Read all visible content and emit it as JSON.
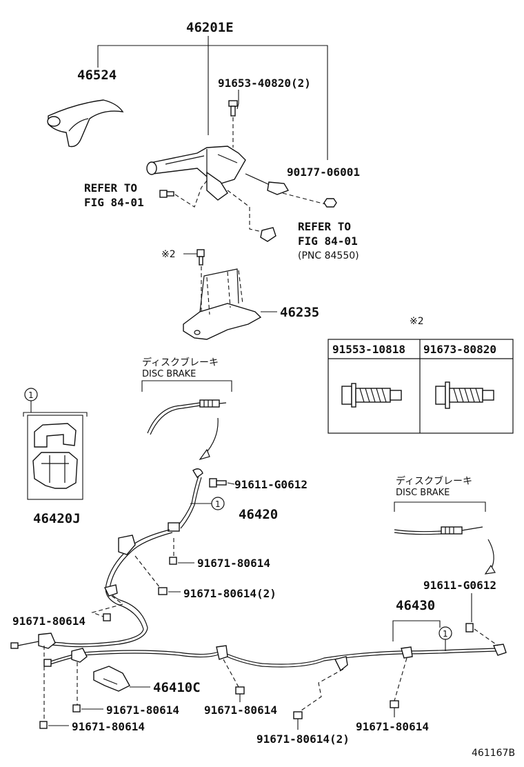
{
  "parts": {
    "p46201E": "46201E",
    "p46524": "46524",
    "p91653": "91653-40820(2)",
    "p90177": "90177-06001",
    "refer1_a": "REFER TO",
    "refer1_b": "FIG 84-01",
    "refer2_a": "REFER TO",
    "refer2_b": "FIG 84-01",
    "refer2_c": "(PNC 84550)",
    "note2": "※2",
    "p46235": "46235",
    "note2_table": "※2",
    "table_h1": "91553-10818",
    "table_h2": "91673-80820",
    "disc_jp_1": "ディスクブレーキ",
    "disc_en_1": "DISC BRAKE",
    "circle1": "1",
    "p46420J": "46420J",
    "p91611a": "91611-G0612",
    "p46420": "46420",
    "circle_46420": "1",
    "p91671_a": "91671-80614",
    "p91671_b": "91671-80614(2)",
    "p91671_c": "91671-80614",
    "p46410C": "46410C",
    "p91671_d": "91671-80614",
    "p91671_e": "91671-80614",
    "p91671_f": "91671-80614",
    "p91671_g": "91671-80614(2)",
    "p91671_h": "91671-80614",
    "disc_jp_2": "ディスクブレーキ",
    "disc_en_2": "DISC BRAKE",
    "p91611b": "91611-G0612",
    "p46430": "46430",
    "circle_46430": "1",
    "figure_id": "461167B"
  }
}
